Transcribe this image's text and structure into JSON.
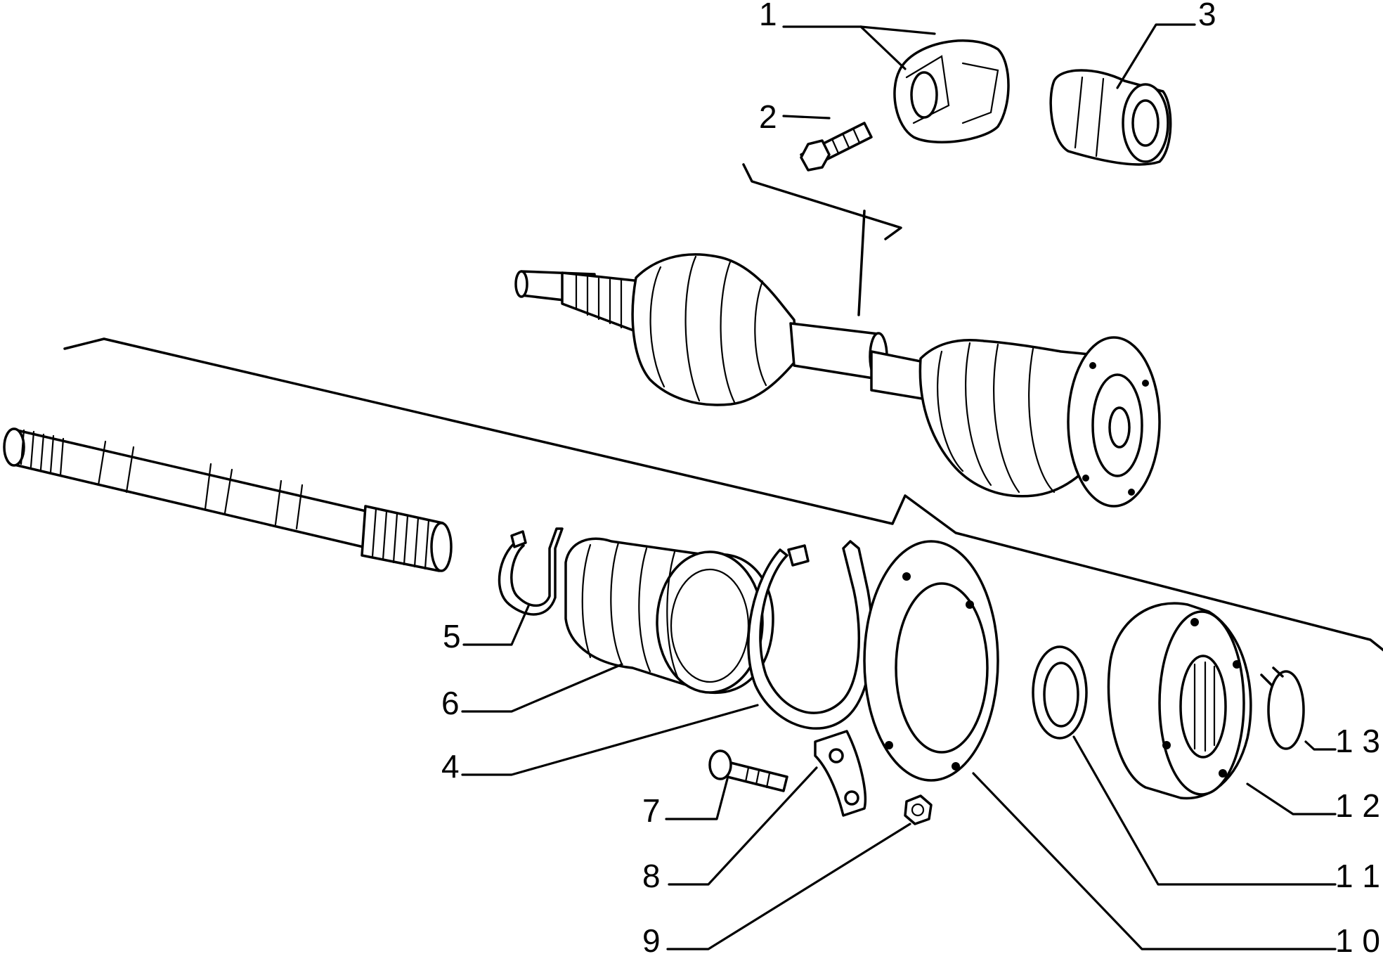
{
  "callouts": [
    {
      "id": "1",
      "text": "1"
    },
    {
      "id": "2",
      "text": "2"
    },
    {
      "id": "3",
      "text": "3"
    },
    {
      "id": "4",
      "text": "4"
    },
    {
      "id": "5",
      "text": "5"
    },
    {
      "id": "6",
      "text": "6"
    },
    {
      "id": "7",
      "text": "7"
    },
    {
      "id": "8",
      "text": "8"
    },
    {
      "id": "9",
      "text": "9"
    },
    {
      "id": "10",
      "text": "1 0"
    },
    {
      "id": "11",
      "text": "1 1"
    },
    {
      "id": "12",
      "text": "1 2"
    },
    {
      "id": "13",
      "text": "1 3"
    }
  ],
  "parts": [
    {
      "callout": "1",
      "icon": "cv-joint-cage-icon"
    },
    {
      "callout": "2",
      "icon": "bolt-icon"
    },
    {
      "callout": "3",
      "icon": "cv-joint-race-icon"
    },
    {
      "callout": "4",
      "icon": "large-boot-clamp-icon"
    },
    {
      "callout": "5",
      "icon": "small-boot-clamp-icon"
    },
    {
      "callout": "6",
      "icon": "boot-icon"
    },
    {
      "callout": "7",
      "icon": "bolt-icon"
    },
    {
      "callout": "8",
      "icon": "lock-plate-icon"
    },
    {
      "callout": "9",
      "icon": "nut-icon"
    },
    {
      "callout": "10",
      "icon": "cover-plate-icon"
    },
    {
      "callout": "11",
      "icon": "washer-icon"
    },
    {
      "callout": "12",
      "icon": "joint-housing-icon"
    },
    {
      "callout": "13",
      "icon": "snap-ring-icon"
    }
  ],
  "colors": {
    "ink": "#000000",
    "paper": "#ffffff"
  }
}
